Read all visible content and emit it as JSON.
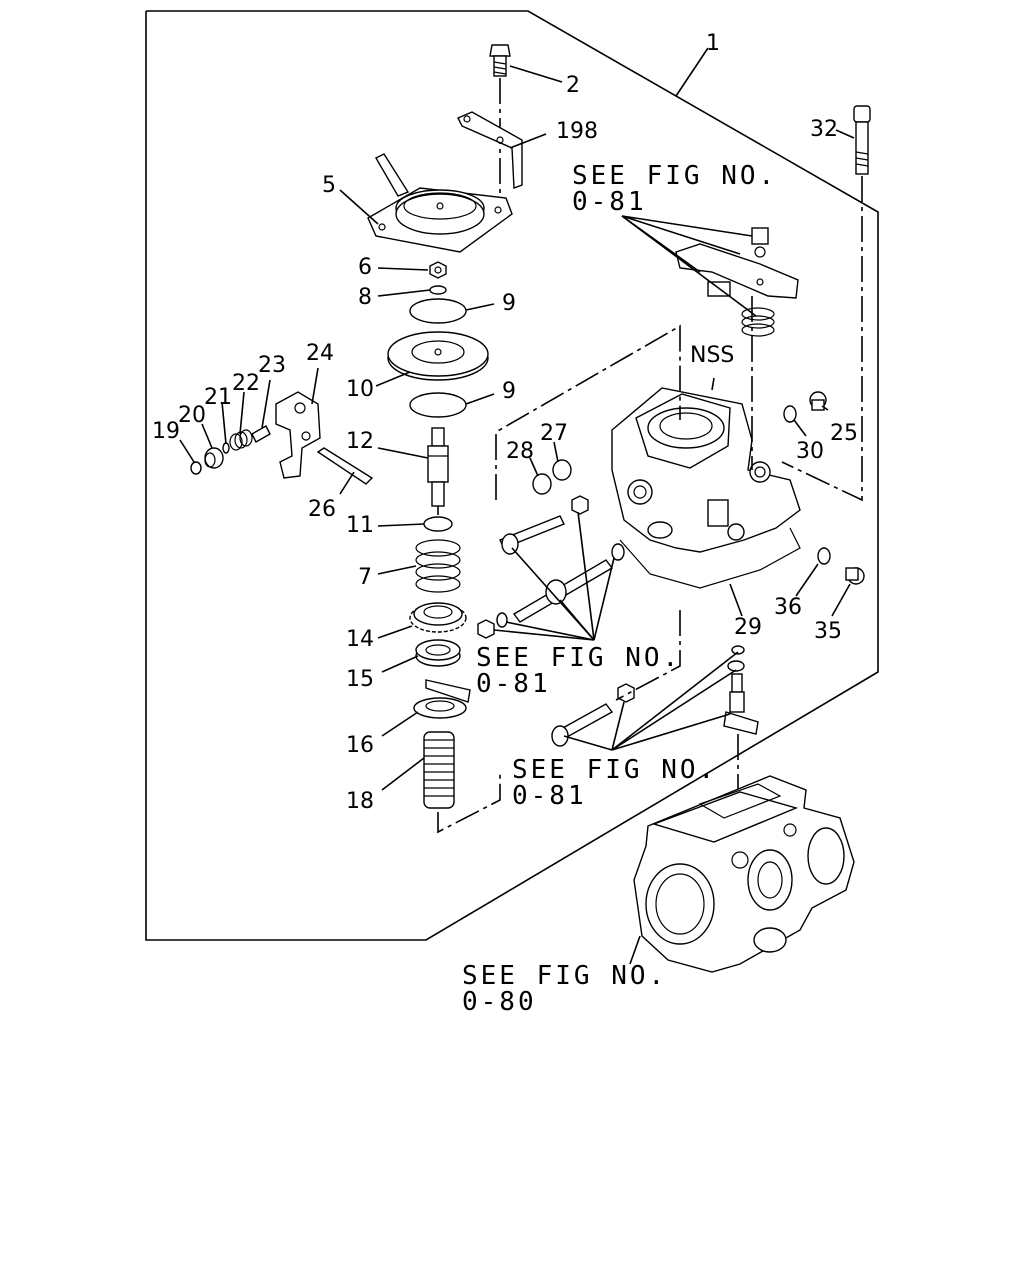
{
  "part_numbers": {
    "n1": "1",
    "n2": "2",
    "n198": "198",
    "n32": "32",
    "n5": "5",
    "n6": "6",
    "n8": "8",
    "n9a": "9",
    "n9b": "9",
    "n10": "10",
    "n24": "24",
    "n23": "23",
    "n22": "22",
    "n21": "21",
    "n20": "20",
    "n19": "19",
    "n12": "12",
    "n26": "26",
    "n11": "11",
    "n7": "7",
    "n14": "14",
    "n15": "15",
    "n16": "16",
    "n18": "18",
    "n28": "28",
    "n27": "27",
    "n25": "25",
    "n30": "30",
    "n36": "36",
    "n35": "35",
    "n29": "29",
    "nss": "NSS"
  },
  "references": {
    "r1_line1": "SEE FIG NO.",
    "r1_line2": "0-81",
    "r2_line1": "SEE FIG NO.",
    "r2_line2": "0-81",
    "r3_line1": "SEE FIG NO.",
    "r3_line2": "0-81",
    "r4_line1": "SEE FIG NO.",
    "r4_line2": "0-80"
  }
}
